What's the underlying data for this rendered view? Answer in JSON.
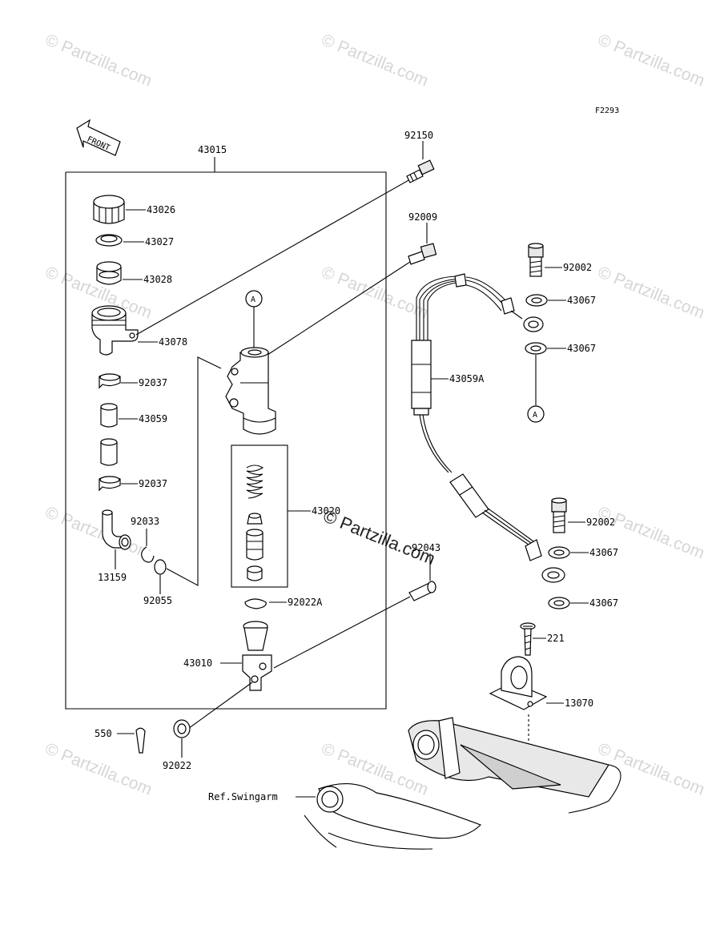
{
  "diagram_code": "F2293",
  "front_label": "FRONT",
  "callout_letter": "A",
  "reference_label": "Ref.Swingarm",
  "watermark_text": "© Partzilla.com",
  "parts": {
    "assembly": "43015",
    "cap": "43026",
    "plate": "43027",
    "diaphragm": "43028",
    "reservoir": "43078",
    "clamp_upper": "92037",
    "hose": "43059",
    "clamp_lower": "92037",
    "fitting": "13159",
    "circlip_fitting": "92033",
    "oring": "92055",
    "bolt_top": "92150",
    "bolt_mid": "92009",
    "piston_kit": "43020",
    "circlip_main": "92022A",
    "pushrod": "43010",
    "pin": "92043",
    "cotter_pin": "550",
    "washer": "92022",
    "brake_hose": "43059A",
    "banjo_bolt_upper": "92002",
    "gasket_1": "43067",
    "gasket_2": "43067",
    "banjo_bolt_lower": "92002",
    "gasket_3": "43067",
    "gasket_4": "43067",
    "screw": "221",
    "hose_guide": "13070"
  }
}
